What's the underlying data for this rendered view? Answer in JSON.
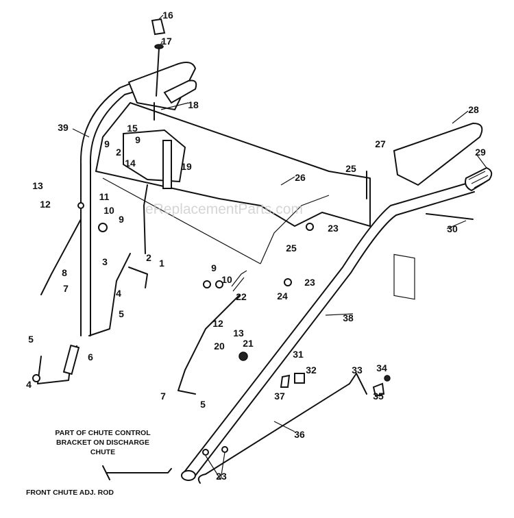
{
  "watermark": "eReplacementParts.com",
  "notes": {
    "chute_bracket": [
      "PART OF CHUTE CONTROL",
      "BRACKET ON DISCHARGE",
      "CHUTE"
    ],
    "front_rod": "FRONT CHUTE ADJ. ROD"
  },
  "callouts": [
    "16",
    "17",
    "18",
    "39",
    "15",
    "9",
    "9",
    "2",
    "14",
    "19",
    "13",
    "11",
    "12",
    "10",
    "9",
    "8",
    "7",
    "5",
    "4",
    "6",
    "3",
    "4",
    "5",
    "2",
    "1",
    "26",
    "28",
    "27",
    "25",
    "29",
    "30",
    "23",
    "25",
    "23",
    "24",
    "9",
    "10",
    "22",
    "12",
    "13",
    "20",
    "21",
    "38",
    "31",
    "32",
    "33",
    "34",
    "35",
    "37",
    "36",
    "7",
    "5",
    "23"
  ]
}
